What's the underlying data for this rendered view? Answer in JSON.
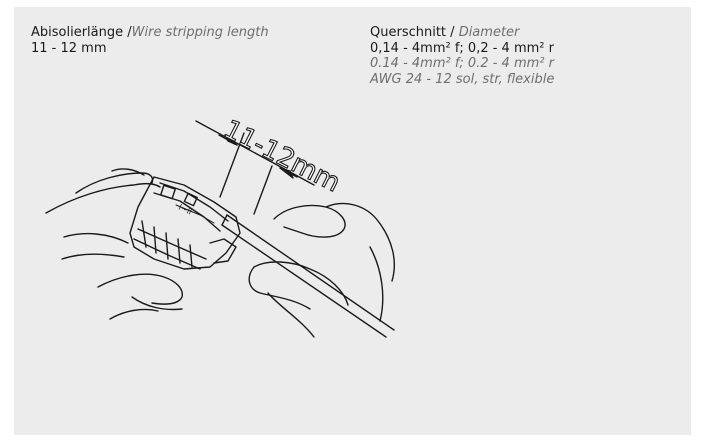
{
  "stripping": {
    "label_de": "Abisolierlänge /",
    "label_en": "Wire stripping length",
    "value": "11 - 12 mm"
  },
  "cross_section": {
    "label_de": "Querschnitt /",
    "label_en": "Diameter",
    "value_de": "0,14 - 4mm² f; 0,2 - 4 mm² r",
    "value_en": "0.14 - 4mm² f; 0.2 - 4 mm² r",
    "awg": "AWG 24 - 12 sol, str, flexible"
  },
  "illustration": {
    "dimension_label": "11-12mm"
  }
}
